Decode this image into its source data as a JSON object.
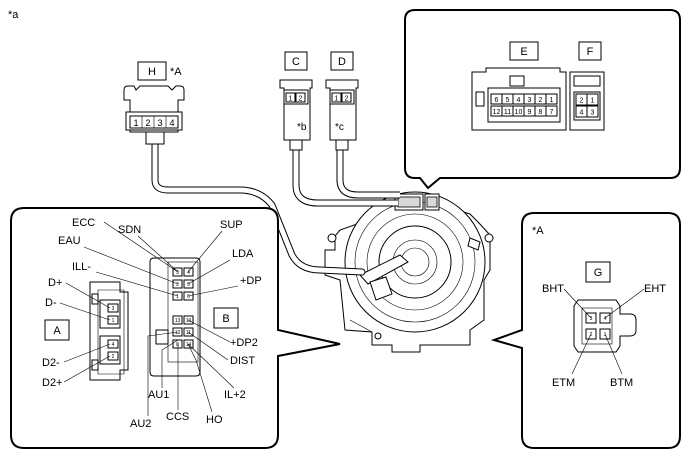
{
  "figure_label": "*a",
  "callouts": {
    "star_a_top": "*A",
    "star_a_right": "*A",
    "star_b": "*b",
    "star_c": "*c"
  },
  "connectors": {
    "H": "H",
    "C": "C",
    "D": "D",
    "E": "E",
    "F": "F",
    "A": "A",
    "B": "B",
    "G": "G"
  },
  "h_pins": [
    "1",
    "2",
    "3",
    "4"
  ],
  "c_pins": [
    "1",
    "2"
  ],
  "d_pins": [
    "1",
    "2"
  ],
  "e_pins_top": [
    "6",
    "5",
    "4",
    "3",
    "2",
    "1"
  ],
  "e_pins_bottom": [
    "12",
    "11",
    "10",
    "9",
    "8",
    "7"
  ],
  "f_pins_top": [
    "2",
    "1"
  ],
  "f_pins_bottom": [
    "4",
    "3"
  ],
  "a_signals": {
    "d_plus": "D+",
    "d_minus": "D-",
    "d2_minus": "D2-",
    "d2_plus": "D2+"
  },
  "b_signals": {
    "ecc": "ECC",
    "sdn": "SDN",
    "sup": "SUP",
    "eau": "EAU",
    "lda": "LDA",
    "ill": "ILL-",
    "dp": "+DP",
    "dp2": "+DP2",
    "dist": "DIST",
    "il2": "IL+2",
    "au1": "AU1",
    "au2": "AU2",
    "ccs": "CCS",
    "ho": "HO"
  },
  "g_signals": {
    "bht": "BHT",
    "eht": "EHT",
    "etm": "ETM",
    "btm": "BTM"
  }
}
